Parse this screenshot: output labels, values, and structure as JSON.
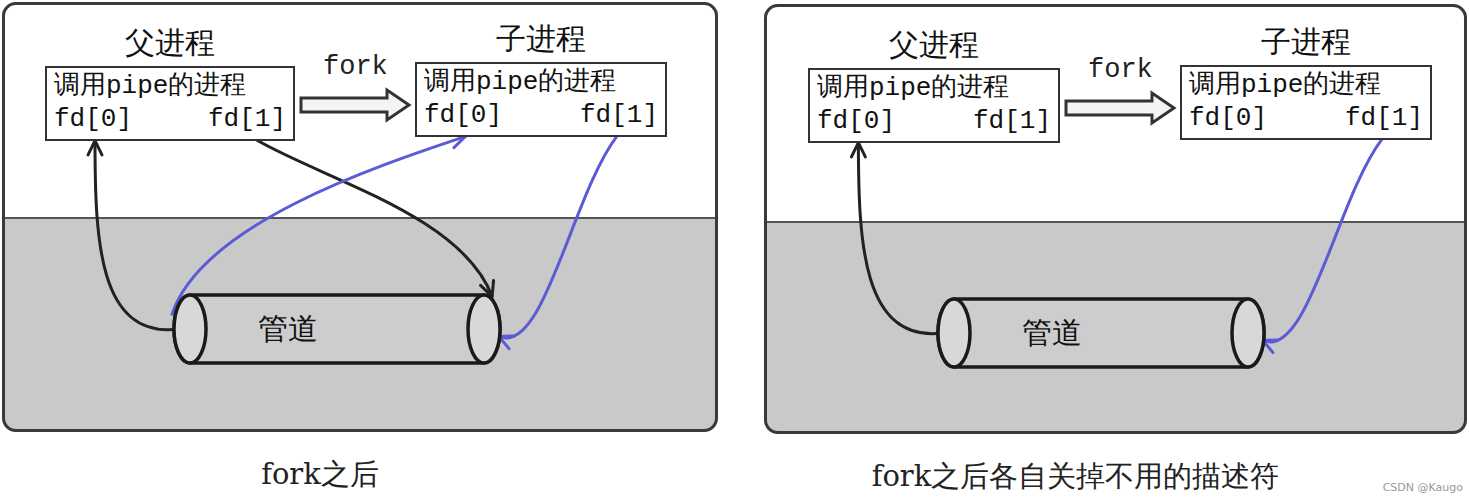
{
  "diagram": {
    "nodes": [
      {
        "text": [
          "fork之后"
        ]
      },
      {
        "text": [
          "父进程",
          "调用pipe的进程",
          "fd[0]",
          "fd[1]"
        ],
        "in": 0
      },
      {
        "text": [
          "子进程",
          "调用pipe的进程",
          "fd[0]",
          "fd[1]"
        ],
        "in": 0
      },
      {
        "text": [
          "管道"
        ],
        "in": 0
      },
      {
        "text": [
          "fork之后各自关掉不用的描述符"
        ]
      },
      {
        "text": [
          "父进程",
          "调用pipe的进程",
          "fd[0]",
          "fd[1]"
        ],
        "in": 4
      },
      {
        "text": [
          "子进程",
          "调用pipe的进程",
          "fd[0]",
          "fd[1]"
        ],
        "in": 4
      },
      {
        "text": [
          "管道"
        ],
        "in": 4
      }
    ],
    "edges": [
      {
        "from": 1,
        "to": 2,
        "label": "fork",
        "arrow": "to"
      },
      {
        "from": 3,
        "to": 1,
        "arrow": "to"
      },
      {
        "from": 1,
        "to": 3,
        "arrow": "to"
      },
      {
        "from": 3,
        "to": 2,
        "arrow": "to"
      },
      {
        "from": 2,
        "to": 3,
        "arrow": "to"
      },
      {
        "from": 5,
        "to": 6,
        "label": "fork",
        "arrow": "to"
      },
      {
        "from": 7,
        "to": 5,
        "arrow": "to"
      },
      {
        "from": 6,
        "to": 7,
        "arrow": "to"
      }
    ],
    "labels": [
      "CSDN @Kaugo"
    ]
  }
}
